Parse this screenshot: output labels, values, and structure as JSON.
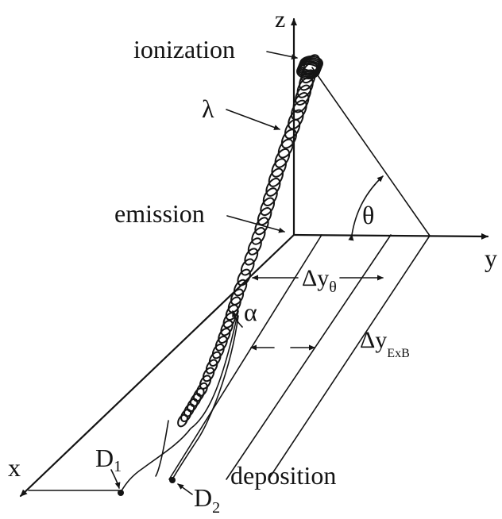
{
  "diagram": {
    "axes": {
      "x": "x",
      "y": "y",
      "z": "z"
    },
    "labels": {
      "ionization": "ionization",
      "lambda": "λ",
      "emission": "emission",
      "theta": "θ",
      "delta_y_theta_main": "Δy",
      "delta_y_theta_sub": "θ",
      "alpha": "α",
      "delta_y_exb_main": "Δy",
      "delta_y_exb_sub": "ExB",
      "d1_main": "D",
      "d1_sub": "1",
      "d2_main": "D",
      "d2_sub": "2",
      "deposition": "deposition"
    },
    "line_color": "#141414",
    "background": "#ffffff"
  }
}
